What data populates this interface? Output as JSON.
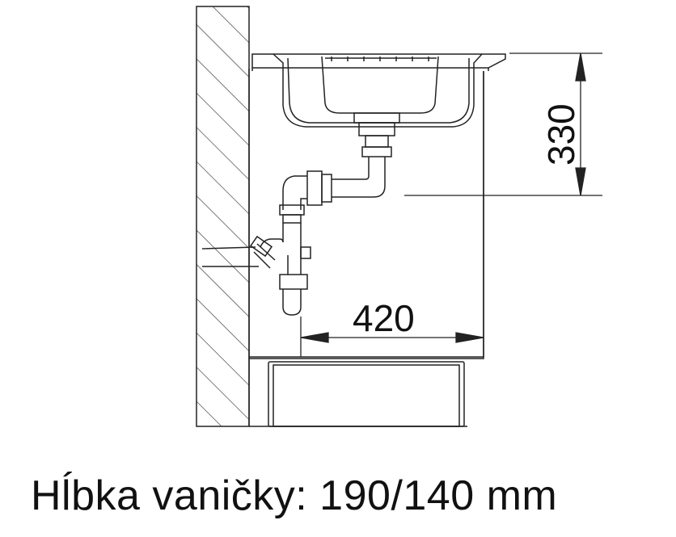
{
  "dimensions": {
    "height_value": "330",
    "depth_value": "420"
  },
  "caption": "Hĺbka vaničky: 190/140 mm",
  "colors": {
    "line": "#222222",
    "background": "#ffffff"
  }
}
